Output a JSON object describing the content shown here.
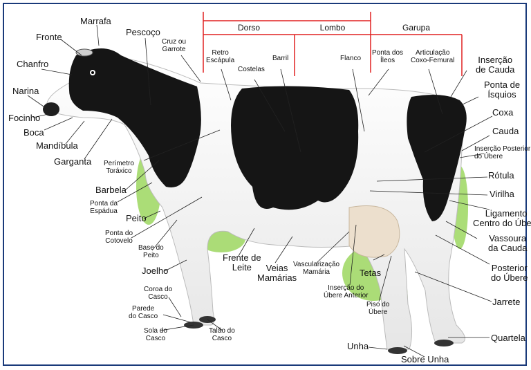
{
  "sections": [
    "Dorso",
    "Lombo",
    "Garupa"
  ],
  "labels": {
    "marrafa": "Marrafa",
    "fronte": "Fronte",
    "pescoco": "Pescoço",
    "cruz_1": "Cruz ou",
    "cruz_2": "Garrote",
    "chanfro": "Chanfro",
    "narina": "Narina",
    "focinho": "Focinho",
    "boca": "Boca",
    "mandibula": "Mandíbula",
    "garganta": "Garganta",
    "perimetro_1": "Perímetro",
    "perimetro_2": "Toráxico",
    "barbela": "Barbela",
    "espadua_1": "Ponta da",
    "espadua_2": "Espádua",
    "peito": "Peito",
    "cotovelo_1": "Ponta do",
    "cotovelo_2": "Cotovelo",
    "base_peito_1": "Base do",
    "base_peito_2": "Peito",
    "joelho": "Joelho",
    "coroa_1": "Coroa do",
    "coroa_2": "Casco",
    "parede_1": "Parede",
    "parede_2": "do Casco",
    "sola_1": "Sola do",
    "sola_2": "Casco",
    "talao_1": "Talão do",
    "talao_2": "Casco",
    "retro_1": "Retro",
    "retro_2": "Escápula",
    "costelas": "Costelas",
    "barril": "Barril",
    "flanco": "Flanco",
    "ileos_1": "Ponta dos",
    "ileos_2": "Íleos",
    "articulacao_1": "Articulação",
    "articulacao_2": "Coxo-Femural",
    "frente_1": "Frente de",
    "frente_2": "Leite",
    "veias_1": "Veias",
    "veias_2": "Mamárias",
    "vasc_1": "Vascularização",
    "vasc_2": "Mamária",
    "tetas": "Tetas",
    "ins_ant_1": "Inserção do",
    "ins_ant_2": "Úbere Anterior",
    "piso_1": "Piso do",
    "piso_2": "Úbere",
    "unha": "Unha",
    "sobre_unha": "Sobre Unha",
    "ins_cauda_1": "Inserção",
    "ins_cauda_2": "de Cauda",
    "isquios_1": "Ponta de",
    "isquios_2": "Ísquios",
    "coxa": "Coxa",
    "cauda": "Cauda",
    "ins_post_1": "Inserção Posterior",
    "ins_post_2": "do Úbere",
    "rotula": "Rótula",
    "virilha": "Virilha",
    "lig_1": "Ligamento",
    "lig_2": "Centro do Úbere",
    "vassoura_1": "Vassoura",
    "vassoura_2": "da Cauda",
    "posterior_1": "Posterior",
    "posterior_2": "do Úbere",
    "jarrete": "Jarrete",
    "quartela": "Quartela"
  },
  "colors": {
    "frame": "#1a3a7a",
    "bracket": "#e02020",
    "coat_black": "#151515",
    "grass": "#8fd14a"
  }
}
